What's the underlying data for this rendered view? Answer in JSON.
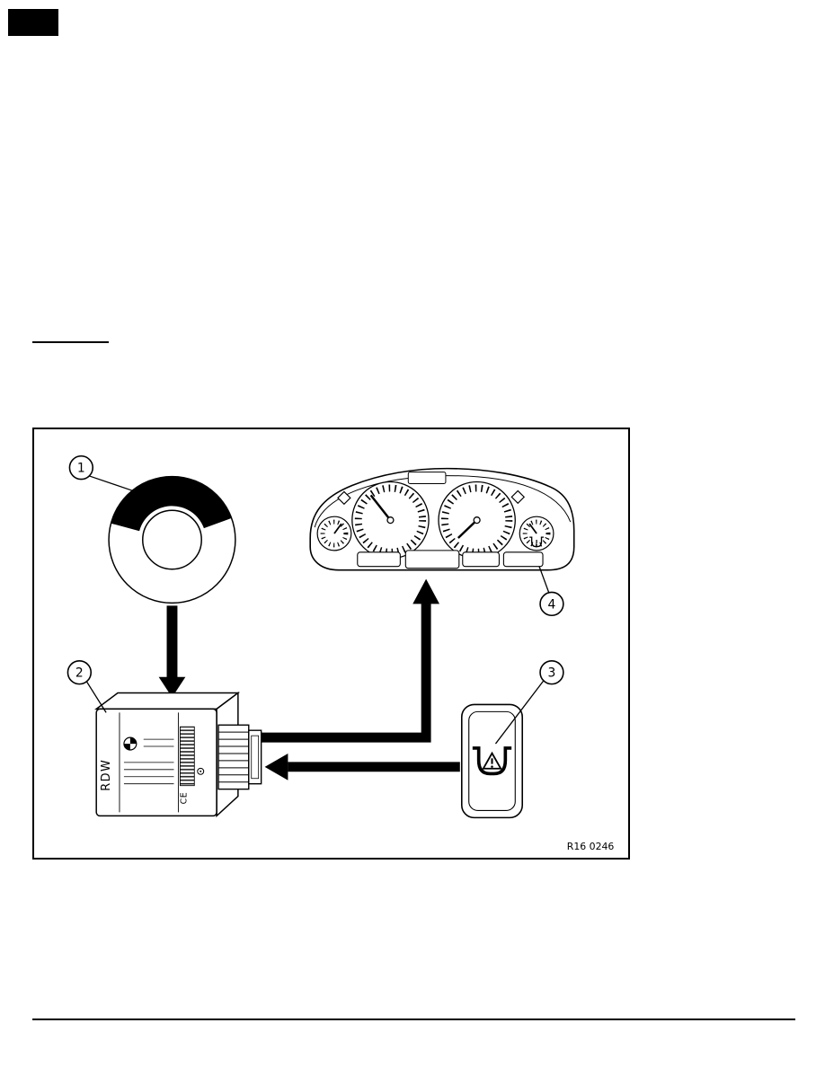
{
  "figure": {
    "ref": "R16 0246",
    "callout_1": "1",
    "callout_2": "2",
    "callout_3": "3",
    "callout_4": "4",
    "module": {
      "rdw_label": "RDW",
      "ce_label": "CE"
    }
  },
  "icons": {
    "tpms_button_icon": "tire-with-warning-triangle",
    "module_logo_icon": "bmw-roundel",
    "cluster_lamp_icon": "tire-pressure-warning-lamp"
  },
  "colors": {
    "ink": "#000000",
    "paper": "#ffffff"
  }
}
